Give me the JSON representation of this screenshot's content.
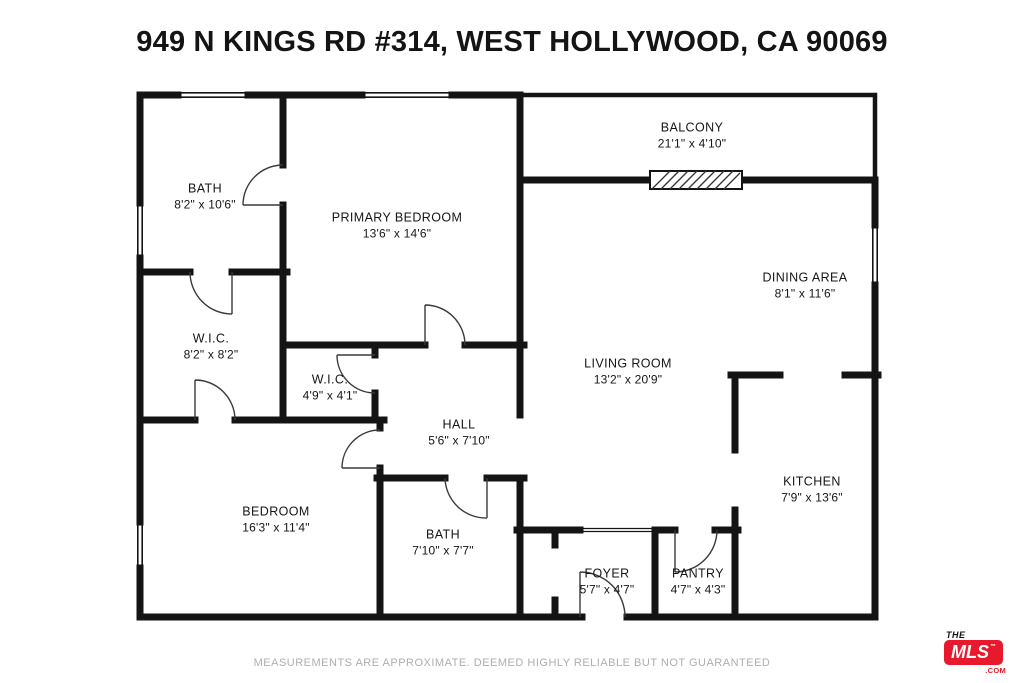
{
  "title": "949 N KINGS RD #314, WEST HOLLYWOOD, CA 90069",
  "rooms": [
    {
      "name": "BATH",
      "dims": "8'2\" x 10'6\""
    },
    {
      "name": "PRIMARY BEDROOM",
      "dims": "13'6\" x 14'6\""
    },
    {
      "name": "BALCONY",
      "dims": "21'1\" x 4'10\""
    },
    {
      "name": "DINING AREA",
      "dims": "8'1\" x 11'6\""
    },
    {
      "name": "W.I.C.",
      "dims": "8'2\" x 8'2\""
    },
    {
      "name": "W.I.C.",
      "dims": "4'9\" x 4'1\""
    },
    {
      "name": "LIVING ROOM",
      "dims": "13'2\" x 20'9\""
    },
    {
      "name": "HALL",
      "dims": "5'6\" x 7'10\""
    },
    {
      "name": "BEDROOM",
      "dims": "16'3\" x 11'4\""
    },
    {
      "name": "BATH",
      "dims": "7'10\" x 7'7\""
    },
    {
      "name": "FOYER",
      "dims": "5'7\" x 4'7\""
    },
    {
      "name": "PANTRY",
      "dims": "4'7\" x 4'3\""
    },
    {
      "name": "KITCHEN",
      "dims": "7'9\" x 13'6\""
    }
  ],
  "footer": {
    "disclaimer": "MEASUREMENTS ARE APPROXIMATE. DEEMED HIGHLY RELIABLE BUT NOT GUARANTEED"
  },
  "logo": {
    "the": "THE",
    "mls": "MLS",
    "tm": "™",
    "com": ".COM",
    "brand_red": "#e8192c"
  }
}
